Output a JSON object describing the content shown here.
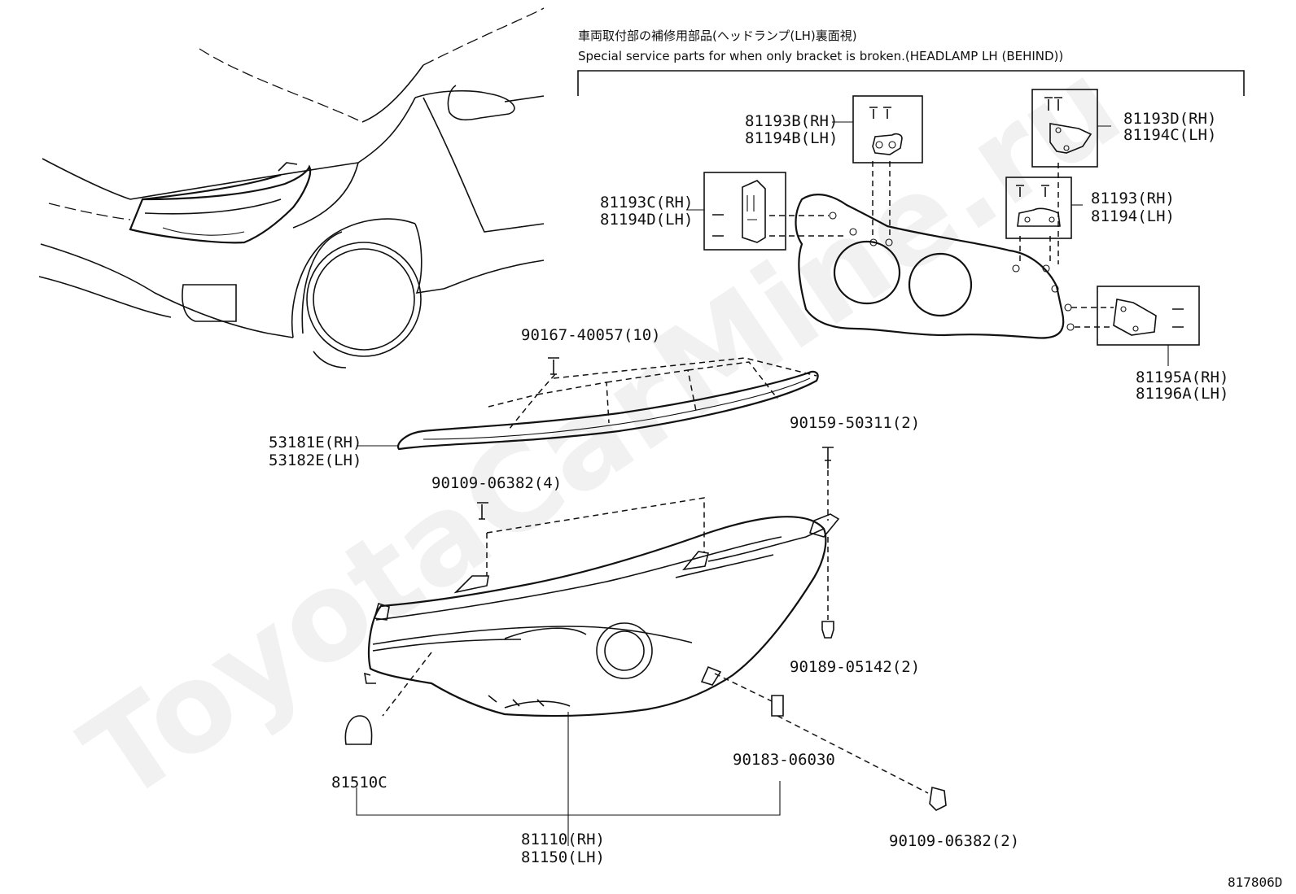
{
  "header": {
    "title_jp": "車両取付部の補修用部品(ヘッドランプ(LH)裏面視)",
    "title_en": "Special service parts for when only bracket is broken.(HEADLAMP LH (BEHIND))"
  },
  "watermark": "ToyotaCarMine.ru",
  "diagram_id": "817806D",
  "parts": {
    "p90167": "90167-40057(10)",
    "p53181_rh": "53181E(RH)",
    "p53182_lh": "53182E(LH)",
    "p90109_a": "90109-06382(4)",
    "p90159": "90159-50311(2)",
    "p90189": "90189-05142(2)",
    "p90183": "90183-06030",
    "p90109_b": "90109-06382(2)",
    "p81510": "81510C",
    "p81110_rh": "81110(RH)",
    "p81150_lh": "81150(LH)",
    "p81193b_rh": "81193B(RH)",
    "p81194b_lh": "81194B(LH)",
    "p81193c_rh": "81193C(RH)",
    "p81194d_lh": "81194D(LH)",
    "p81193d_rh": "81193D(RH)",
    "p81194c_lh": "81194C(LH)",
    "p81193_rh": "81193(RH)",
    "p81194_lh": "81194(LH)",
    "p81195a_rh": "81195A(RH)",
    "p81196a_lh": "81196A(LH)"
  }
}
